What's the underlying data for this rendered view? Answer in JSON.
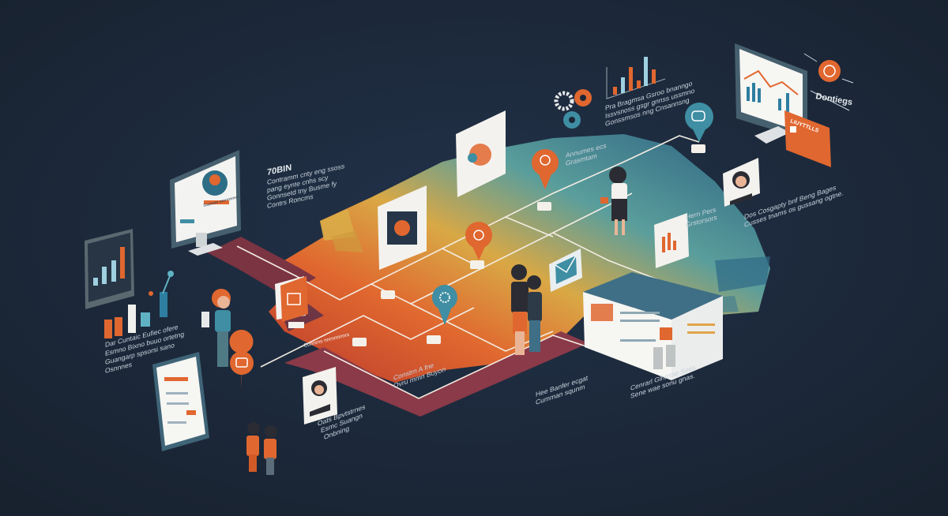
{
  "colors": {
    "background": "#1b2636",
    "accent_orange": "#e0672f",
    "accent_teal": "#3f8ea3",
    "floor_yellow": "#d9b04a",
    "path_maroon": "#8a3a48"
  },
  "labels": {
    "top_left_title": "70BIN",
    "top_left_text": [
      "Contramm cnty eng ssoss",
      "pang eynte cnhs scy",
      "Gonnsetd tny Busme fy",
      "Contrs Roncms"
    ],
    "left_chart_text": [
      "Dar Cuntaic Eufiec ofere",
      "Esmno Bixno buuo ortetng",
      "Guangarp spsorsi sano",
      "Osnnnes"
    ],
    "top_chart_text": [
      "Pra Bragmsa Gsroo bnanngo",
      "Issvsnoss gsgr gnnss ussmno",
      "Gonssmsos nng Cnsannsng"
    ],
    "pin_label": [
      "Annumes ecs",
      "Grasmtam"
    ],
    "right_person_label": [
      "Hern Pers",
      "Grstorsors"
    ],
    "right_portrait_text": [
      "Dos Cosgapty bnf Beng Bages",
      "Cusses tnams os gussang ogtne."
    ],
    "brand_label": "Dontiegs",
    "banner_title": "LIUYTTLLS",
    "center_label": [
      "Constrn A fne",
      "Ovru mmn Buyon"
    ],
    "bottom_mid_label": [
      "Hee Banfer ecgat",
      "Cumman squnm"
    ],
    "bottom_right_label": [
      "Cenrarl Glhrrtae Sees",
      "Sene wae sonu gnas."
    ],
    "portrait_label": [
      "Oats Bpvtstrnes",
      "Esmc Suangn",
      "Onbning"
    ],
    "path_caption": "Connrns nnrnnnnnrs",
    "monitor_caption": "Daanare ssnnnnmnr"
  },
  "icons": [
    "location-pin-icon",
    "gear-icon",
    "mail-icon",
    "bar-chart-icon",
    "line-chart-icon",
    "person-icon",
    "lightbulb-icon",
    "chat-icon",
    "camera-icon",
    "shopping-bag-icon"
  ]
}
